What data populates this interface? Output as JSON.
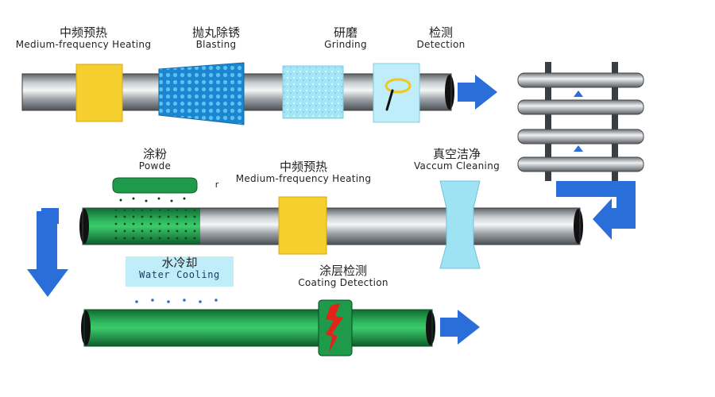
{
  "colors": {
    "pipe_gray": "#8e9499",
    "coating_green": "#1f9a4a",
    "heater_yellow": "#f5cf2e",
    "blast_blue": "#1c8bd3",
    "light_cyan": "#9fe2f3",
    "arrow_blue": "#2a6fd9",
    "defect_red": "#e2231a"
  },
  "stages": [
    {
      "id": "heat1",
      "cn": "中频预热",
      "en": "Medium-frequency Heating"
    },
    {
      "id": "blast",
      "cn": "抛丸除锈",
      "en": "Blasting"
    },
    {
      "id": "grind",
      "cn": "研磨",
      "en": "Grinding"
    },
    {
      "id": "detect",
      "cn": "检测",
      "en": "Detection"
    },
    {
      "id": "powder",
      "cn": "涂粉",
      "en": "Powde"
    },
    {
      "id": "heat2",
      "cn": "中频预热",
      "en": "Medium-frequency Heating"
    },
    {
      "id": "vacuum",
      "cn": "真空洁净",
      "en": "Vaccum Cleaning"
    },
    {
      "id": "cool",
      "cn": "水冷却",
      "en": "Water Cooling"
    },
    {
      "id": "coatdetect",
      "cn": "涂层检测",
      "en": "Coating Detection"
    }
  ],
  "stray_mark": "r"
}
